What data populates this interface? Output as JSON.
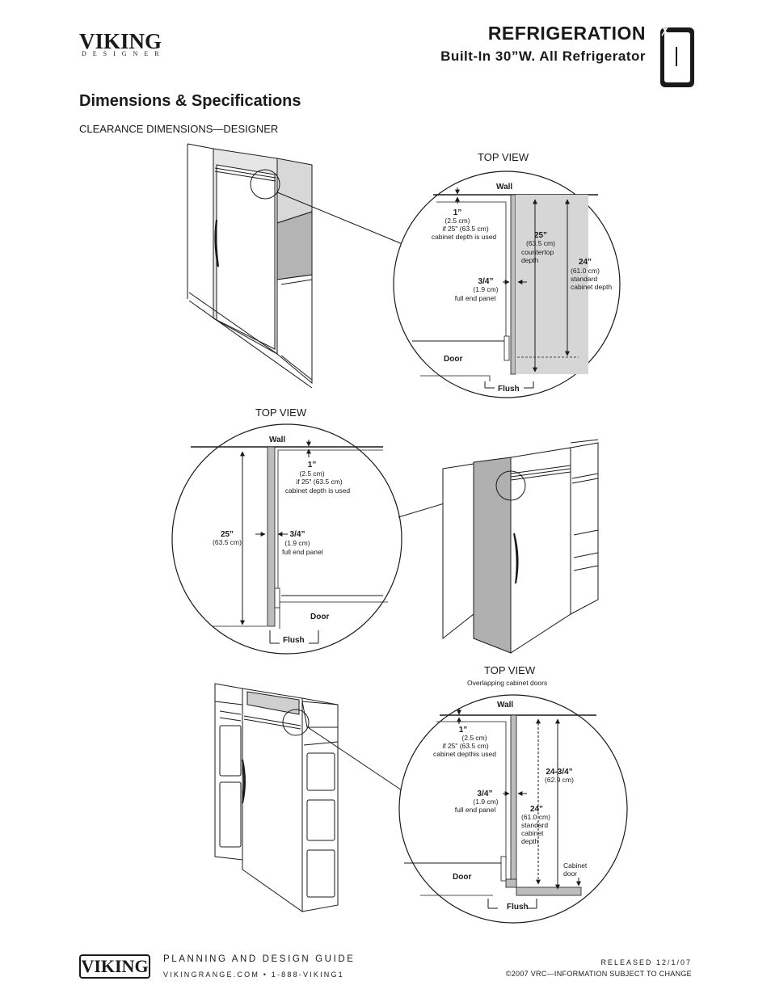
{
  "brand": {
    "logo": "VIKING",
    "logo_sub": "DESIGNER",
    "footer_logo": "VIKING"
  },
  "header": {
    "title": "REFRIGERATION",
    "subtitle": "Built-In 30”W. All Refrigerator",
    "icon": "refrigerator-icon"
  },
  "section": {
    "title": "Dimensions & Specifications",
    "clearance_title": "CLEARANCE DIMENSIONS—DESIGNER"
  },
  "diagram1": {
    "view_label": "TOP VIEW",
    "wall": "Wall",
    "dim_1": "1”",
    "dim_1_cm": "(2.5 cm)",
    "dim_1_note_a": "if 25\" (63.5 cm)",
    "dim_1_note_b": "cabinet depth is used",
    "dim_25": "25”",
    "dim_25_cm": "(63.5 cm)",
    "dim_25_note_a": "countertop",
    "dim_25_note_b": "depth",
    "dim_24": "24”",
    "dim_24_cm": "(61.0 cm)",
    "dim_24_note_a": "standard",
    "dim_24_note_b": "cabinet depth",
    "dim_34": "3/4”",
    "dim_34_cm": "(1.9 cm)",
    "dim_34_note": "full end panel",
    "door": "Door",
    "flush": "Flush"
  },
  "diagram2": {
    "view_label": "TOP VIEW",
    "wall": "Wall",
    "dim_1": "1”",
    "dim_1_cm": "(2.5 cm)",
    "dim_1_note_a": "if 25\" (63.5 cm)",
    "dim_1_note_b": "cabinet depth is used",
    "dim_25": "25”",
    "dim_25_cm": "(63.5 cm)",
    "dim_34": "3/4”",
    "dim_34_cm": "(1.9 cm)",
    "dim_34_note": "full end panel",
    "door": "Door",
    "flush": "Flush"
  },
  "diagram3": {
    "view_label": "TOP VIEW",
    "view_note": "Overlapping cabinet doors",
    "wall": "Wall",
    "dim_1": "1”",
    "dim_1_cm": "(2.5 cm)",
    "dim_1_note_a": "if 25\" (63.5 cm)",
    "dim_1_note_b": "cabinet depthis used",
    "dim_2434": "24-3/4”",
    "dim_2434_cm": "(62.9 cm)",
    "dim_34": "3/4”",
    "dim_34_cm": "(1.9 cm)",
    "dim_34_note": "full end panel",
    "dim_24": "24”",
    "dim_24_cm": "(61.0 cm)",
    "dim_24_note_a": "standard",
    "dim_24_note_b": "cabinet",
    "dim_24_note_c": "depth",
    "cabinet_door_a": "Cabinet",
    "cabinet_door_b": "door",
    "door": "Door",
    "flush": "Flush"
  },
  "footer": {
    "guide": "PLANNING AND DESIGN GUIDE",
    "url": "VIKINGRANGE.COM   •   1-888-VIKING1",
    "released": "RELEASED 12/1/07",
    "copyright": "©2007 VRC—INFORMATION SUBJECT TO CHANGE"
  }
}
